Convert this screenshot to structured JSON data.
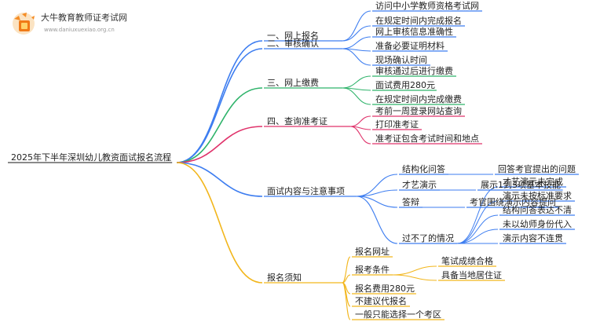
{
  "logo": {
    "title": "大牛教育教师证考试网",
    "url": "www.daniuxuexiao.org.cn"
  },
  "root": {
    "label": "2025年下半年深圳幼儿教资面试报名流程"
  },
  "branches": [
    {
      "label": "一、网上报名",
      "color": "#3d7df0",
      "children": [
        {
          "label": "访问中小学教师资格考试网"
        },
        {
          "label": "在规定时间内完成报名"
        }
      ]
    },
    {
      "label": "二、审核确认",
      "color": "#3d7df0",
      "children": [
        {
          "label": "网上审核信息准确性"
        },
        {
          "label": "准备必要证明材料"
        },
        {
          "label": "现场确认时间"
        }
      ]
    },
    {
      "label": "三、网上缴费",
      "color": "#2eb36a",
      "children": [
        {
          "label": "审核通过后进行缴费"
        },
        {
          "label": "面试费用280元"
        },
        {
          "label": "在规定时间内完成缴费"
        }
      ]
    },
    {
      "label": "四、查询准考证",
      "color": "#e0336b",
      "children": [
        {
          "label": "考前一周登录网站查询"
        },
        {
          "label": "打印准考证"
        },
        {
          "label": "准考证包含考试时间和地点"
        }
      ]
    },
    {
      "label": "面试内容与注意事项",
      "color": "#3d7df0",
      "children": [
        {
          "label": "结构化问答",
          "children": [
            {
              "label": "回答考官提出的问题"
            }
          ]
        },
        {
          "label": "才艺演示",
          "children": [
            {
              "label": "展示1到3项基本技能"
            }
          ]
        },
        {
          "label": "答辩",
          "children": [
            {
              "label": "考官围绕演示内容提问"
            }
          ]
        },
        {
          "label": "过不了的情况",
          "children": [
            {
              "label": "才艺演示未完成"
            },
            {
              "label": "演示未按标准要求"
            },
            {
              "label": "结构问答表达不清"
            },
            {
              "label": "未以幼师身份代入"
            },
            {
              "label": "演示内容不连贯"
            }
          ]
        }
      ]
    },
    {
      "label": "报名须知",
      "color": "#f2b61c",
      "children": [
        {
          "label": "报名网址"
        },
        {
          "label": "报考条件",
          "children": [
            {
              "label": "笔试成绩合格"
            },
            {
              "label": "具备当地居住证"
            }
          ]
        },
        {
          "label": "报名费用280元"
        },
        {
          "label": "不建议代报名"
        },
        {
          "label": "一般只能选择一个考区"
        }
      ]
    }
  ]
}
